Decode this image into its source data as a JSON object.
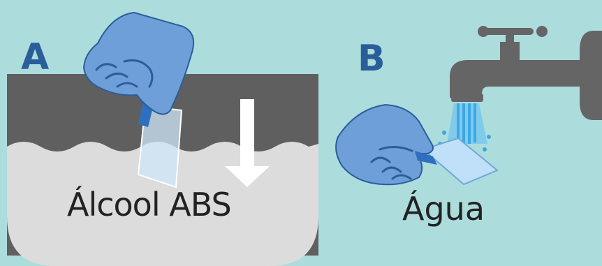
{
  "panels": {
    "a": {
      "letter": "A",
      "caption": "Álcool ABS"
    },
    "b": {
      "letter": "B",
      "caption": "Água"
    }
  },
  "colors": {
    "background": "#acdcdc",
    "basin_dark": "#5f5f5f",
    "liquid": "#dcdcdc",
    "glove": "#6e9fd8",
    "glove_outline": "#2a5e98",
    "letter": "#2a5e98",
    "faucet": "#656565",
    "water": "#3aa7e6",
    "slide": "#bfe0f8",
    "arrow": "#ffffff",
    "text": "#222222"
  },
  "icons": [
    "gloved-hand-icon",
    "glass-slide-icon",
    "down-arrow-icon",
    "faucet-icon",
    "water-stream-icon"
  ]
}
